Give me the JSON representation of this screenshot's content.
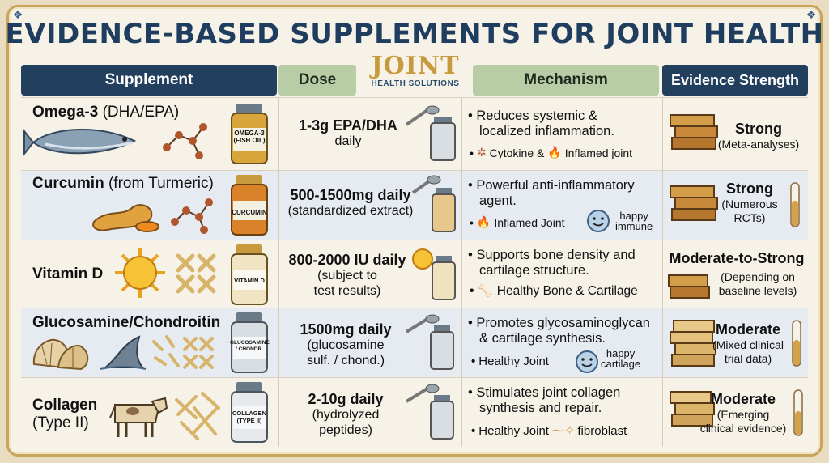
{
  "title": "EVIDENCE-BASED SUPPLEMENTS FOR JOINT HEALTH",
  "logo": {
    "big": "JOINT",
    "small": "HEALTH SOLUTIONS"
  },
  "headers": {
    "supplement": "Supplement",
    "dose": "Dose",
    "mechanism": "Mechanism",
    "evidence": "Evidence Strength"
  },
  "rows": [
    {
      "name_bold": "Omega-3",
      "name_rest": " (DHA/EPA)",
      "bottle": [
        "OMEGA-3",
        "(FISH OIL)"
      ],
      "dose_main": "1-3g EPA/DHA",
      "dose_sub": [
        "daily"
      ],
      "mech": [
        "• Reduces systemic &",
        "localized inflammation."
      ],
      "sub": {
        "a": "Cytokine &",
        "b": "Inflamed joint"
      },
      "level": "Strong",
      "detail": [
        "(Meta-analyses)"
      ]
    },
    {
      "name_bold": "Curcumin",
      "name_rest": " (from Turmeric)",
      "bottle": [
        "CURCUMIN"
      ],
      "dose_main": "500-1500mg daily",
      "dose_sub": [
        "(standardized extract)"
      ],
      "mech": [
        "• Powerful anti-inflammatory",
        "agent."
      ],
      "sub": {
        "a": "Inflamed Joint",
        "tag": [
          "happy",
          "immune"
        ]
      },
      "level": "Strong",
      "detail": [
        "(Numerous",
        "RCTs)"
      ]
    },
    {
      "name_bold": "Vitamin D",
      "name_rest": "",
      "bottle": [
        "VITAMIN D"
      ],
      "dose_main": "800-2000 IU daily",
      "dose_sub": [
        "(subject to",
        "test results)"
      ],
      "mech": [
        "• Supports bone density and",
        "cartilage structure."
      ],
      "sub": {
        "a": "Healthy Bone & Cartilage"
      },
      "level": "Moderate-to-Strong",
      "detail": [
        "(Depending on",
        "baseline levels)"
      ]
    },
    {
      "name_bold": "Glucosamine/Chondroitin",
      "name_rest": "",
      "bottle": [
        "GLUCOSAMINE",
        "/ CHONDR."
      ],
      "dose_main": "1500mg daily",
      "dose_sub": [
        "(glucosamine",
        "sulf. / chond.)"
      ],
      "mech": [
        "• Promotes glycosaminoglycan",
        "& cartilage synthesis."
      ],
      "sub": {
        "a": "Healthy Joint",
        "tag": [
          "happy",
          "cartilage"
        ]
      },
      "level": "Moderate",
      "detail": [
        "(Mixed clinical",
        "trial data)"
      ]
    },
    {
      "name_bold": "Collagen",
      "name_line2": "(Type II)",
      "bottle": [
        "COLLAGEN",
        "(TYPE II)"
      ],
      "dose_main": "2-10g daily",
      "dose_sub": [
        "(hydrolyzed",
        "peptides)"
      ],
      "mech": [
        "• Stimulates joint collagen",
        "synthesis and repair."
      ],
      "sub": {
        "a": "Healthy Joint",
        "b": "fibroblast"
      },
      "level": "Moderate",
      "detail": [
        "(Emerging",
        "clinical evidence)"
      ]
    }
  ],
  "colors": {
    "navy": "#223f5e",
    "sage": "#b8cca6",
    "gold": "#c89a3e",
    "frame": "#c9a45a"
  },
  "icons": [
    "fish-icon",
    "ginger-root-icon",
    "sun-icon",
    "shell-icon",
    "shark-fin-icon",
    "cow-icon",
    "supplement-bottle-icon",
    "measuring-spoon-icon",
    "molecule-icon",
    "flame-icon",
    "bone-icon",
    "smiley-icon",
    "book-stack-icon",
    "test-tube-icon"
  ]
}
